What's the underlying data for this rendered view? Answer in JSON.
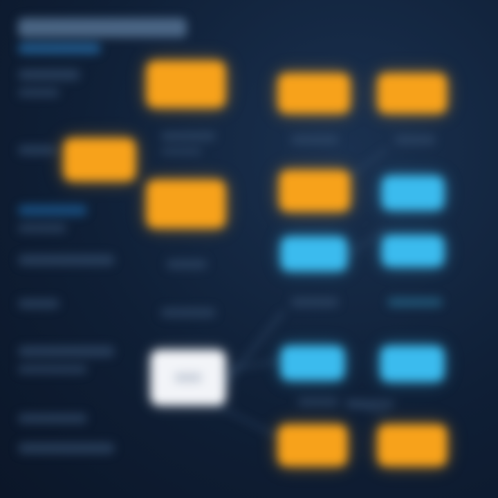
{
  "diagram": {
    "title": "",
    "nodes": [
      {
        "id": "n1",
        "color": "orange"
      },
      {
        "id": "n2",
        "color": "orange"
      },
      {
        "id": "n3",
        "color": "orange"
      },
      {
        "id": "n4",
        "color": "orange"
      },
      {
        "id": "n5",
        "color": "orange"
      },
      {
        "id": "n6",
        "color": "orange"
      },
      {
        "id": "n7",
        "color": "blue"
      },
      {
        "id": "n8",
        "color": "blue"
      },
      {
        "id": "n9",
        "color": "blue"
      },
      {
        "id": "n10",
        "color": "blue"
      },
      {
        "id": "n11",
        "color": "blue"
      },
      {
        "id": "n12",
        "color": "orange"
      },
      {
        "id": "n13",
        "color": "orange"
      },
      {
        "id": "n14",
        "color": "white"
      }
    ],
    "colors": {
      "accent_orange": "#f7a21b",
      "accent_blue": "#3bbbee",
      "background": "#0f1f36",
      "node_white": "#f2f4f8"
    }
  }
}
